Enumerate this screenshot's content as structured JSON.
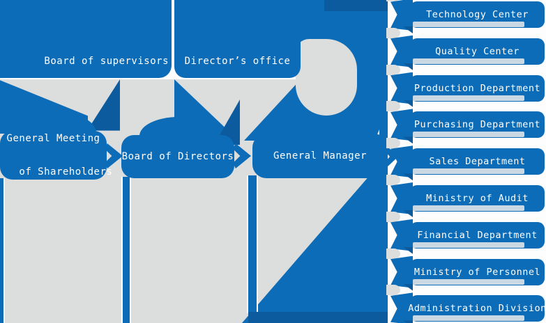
{
  "diagram": {
    "type": "org-chart",
    "colors": {
      "primary_blue": "#0c6cb8",
      "dark_blue": "#0b5b9e",
      "panel_gray": "#dcdddd",
      "cream_accent": "#f1e8de",
      "label_text": "#ffffff",
      "background": "#fdfdfd"
    },
    "nodes": {
      "board_of_supervisors": {
        "label": "Board of supervisors"
      },
      "directors_office": {
        "label": "Director’s office"
      },
      "general_meeting": {
        "label_line1": "General Meeting",
        "label_line2": "of Shareholders"
      },
      "board_of_directors": {
        "label": "Board of Directors"
      },
      "general_manager": {
        "label": "General Manager"
      }
    },
    "departments": [
      {
        "label": "Technology Center"
      },
      {
        "label": "Quality Center"
      },
      {
        "label": "Production Department"
      },
      {
        "label": "Purchasing Department"
      },
      {
        "label": "Sales Department"
      },
      {
        "label": "Ministry of Audit"
      },
      {
        "label": "Financial Department"
      },
      {
        "label": "Ministry of Personnel"
      },
      {
        "label": "Administration Division"
      }
    ]
  }
}
